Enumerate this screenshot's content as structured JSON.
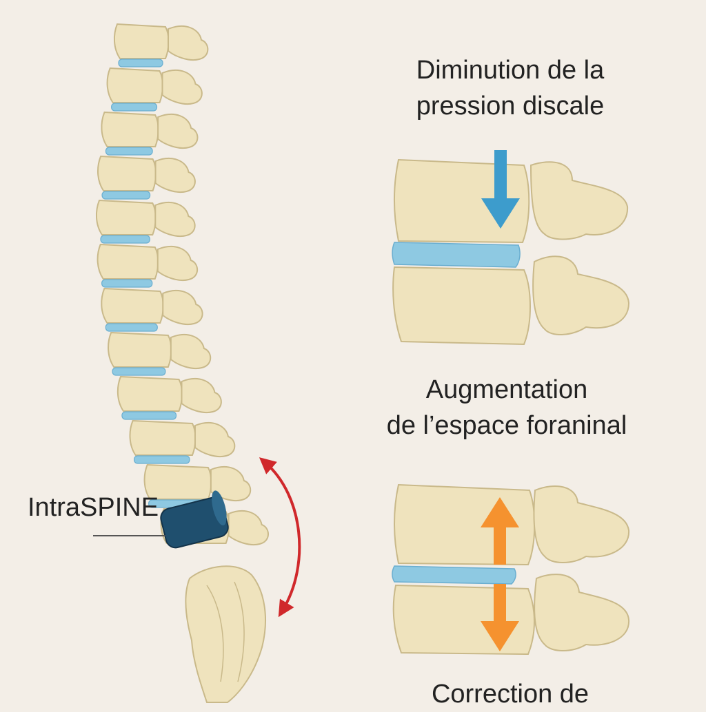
{
  "labels": {
    "pressure_line1": "Diminution de la",
    "pressure_line2": "pression discale",
    "foramen_line1": "Augmentation",
    "foramen_line2": "de l’espace foraninal",
    "correction_line1": "Correction de",
    "implant": "IntraSPINE"
  },
  "colors": {
    "background": "#f3eee7",
    "bone": "#efe3bd",
    "bone_outline": "#c9b98a",
    "disc": "#8ec9e2",
    "implant": "#1f4f6e",
    "arrow_pressure": "#3d9ccc",
    "arrow_foramen": "#f5922f",
    "motion_arc": "#d0282b"
  },
  "icons": {
    "pressure_arrow": "arrow-down-icon",
    "foramen_arrow": "double-vertical-arrow-icon",
    "motion_arc": "curved-double-arrow-icon"
  }
}
